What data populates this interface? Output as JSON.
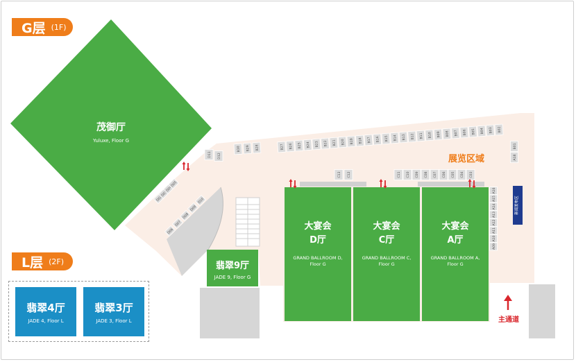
{
  "floors": {
    "g": {
      "label": "G层",
      "sub": "(1F)"
    },
    "l": {
      "label": "L层",
      "sub": "(2F)"
    }
  },
  "halls": {
    "yuluxe": {
      "zh": "茂御厅",
      "en": "Yuluxe, Floor G"
    },
    "jade9": {
      "zh": "翡翠9厅",
      "en": "JADE 9, Floor G"
    },
    "ballroom_d": {
      "zh1": "大宴会",
      "zh2": "D厅",
      "en1": "GRAND BALLROOM D,",
      "en2": "Floor G"
    },
    "ballroom_c": {
      "zh1": "大宴会",
      "zh2": "C厅",
      "en1": "GRAND BALLROOM C,",
      "en2": "Floor G"
    },
    "ballroom_a": {
      "zh1": "大宴会",
      "zh2": "A厅",
      "en1": "GRAND BALLROOM A,",
      "en2": "Floor G"
    },
    "jade4": {
      "zh": "翡翠4厅",
      "en": "JADE 4, Floor L"
    },
    "jade3": {
      "zh": "翡翠3厅",
      "en": "JADE 3, Floor L"
    }
  },
  "labels": {
    "exhibition_area": "展览区域",
    "main_passage": "主通道",
    "service_desk": "新闻发布区"
  },
  "booths": {
    "top_row": [
      "B30",
      "B29",
      "B28",
      "B27",
      "B26",
      "B25",
      "B24",
      "B23",
      "B22",
      "B21",
      "B20",
      "B19",
      "B18",
      "B17",
      "B16",
      "B15",
      "B14",
      "B13",
      "B12",
      "B11",
      "B10",
      "B09",
      "B08",
      "B07",
      "B06",
      "B05",
      "B04",
      "B03",
      "B02"
    ],
    "right_top": [
      "B01",
      "A18"
    ],
    "right_col": [
      "A16",
      "A15",
      "A14",
      "A13",
      "A12",
      "A11",
      "A10",
      "A09"
    ],
    "c_row": [
      "C13",
      "C12",
      "C11",
      "C10",
      "C09",
      "C08",
      "C07",
      "C06",
      "C05",
      "C04",
      "C03"
    ],
    "left_corner": [
      "D11",
      "D12"
    ],
    "diag_upper": [
      "D02",
      "D03",
      "D04",
      "D05"
    ],
    "diag_lower": [
      "D06",
      "D07",
      "D08",
      "D09",
      "D10"
    ]
  },
  "colors": {
    "hall_green": "#4aac45",
    "jade_blue": "#1b8fc6",
    "accent_orange": "#ef7d1a",
    "corridor": "#fbeee6",
    "service_grey": "#d6d6d6",
    "booth_grey": "#dcdcdc",
    "arrow_red": "#d9262c",
    "desk_navy": "#1f3b8f"
  }
}
